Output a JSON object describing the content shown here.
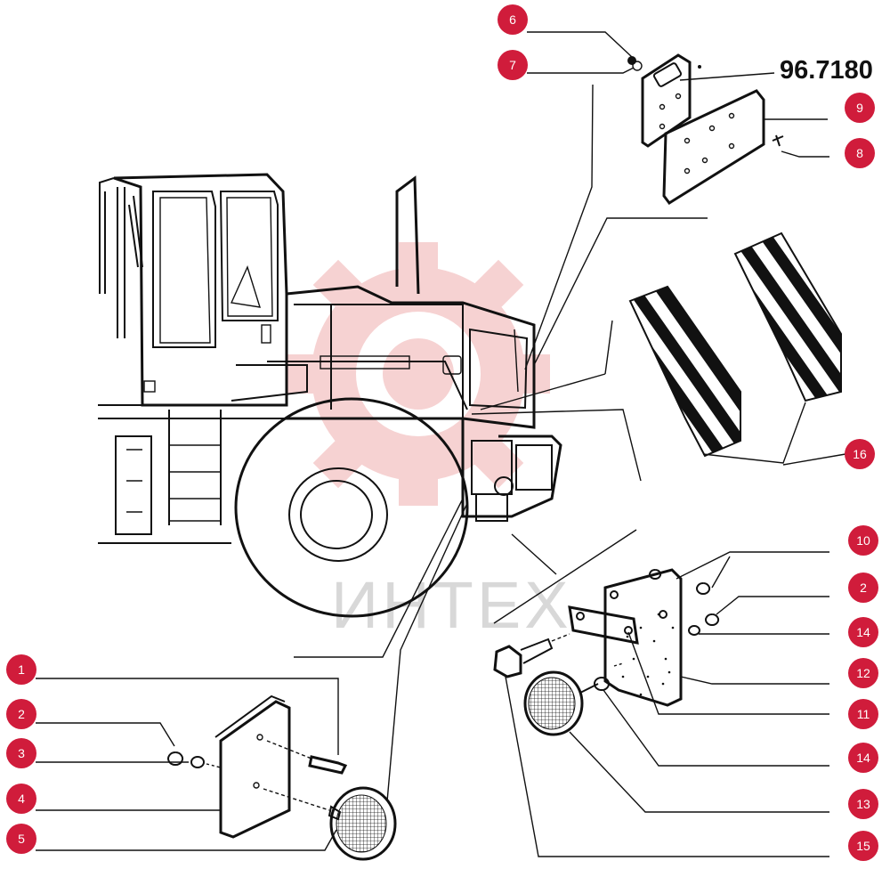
{
  "drawing_number": "96.7180",
  "watermark": {
    "text": "ИНТЕХ"
  },
  "colors": {
    "callout": "#d01c3b",
    "line": "#111111",
    "watermark_gear": "#f2b8b8",
    "watermark_text": "#d8d8d8"
  },
  "callouts": {
    "c1": "1",
    "c2a": "2",
    "c3": "3",
    "c4": "4",
    "c5": "5",
    "c6": "6",
    "c7": "7",
    "c8": "8",
    "c9": "9",
    "c10": "10",
    "c2b": "2",
    "c14a": "14",
    "c12": "12",
    "c11": "11",
    "c14b": "14",
    "c13": "13",
    "c15": "15",
    "c16": "16"
  }
}
